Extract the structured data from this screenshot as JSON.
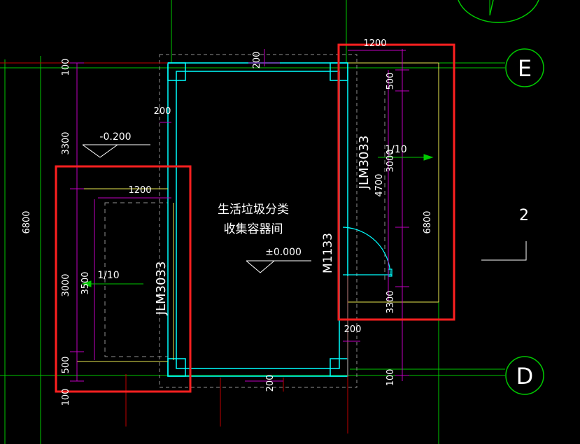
{
  "colors": {
    "background": "#000000",
    "grid": "#00c800",
    "wall": "#00ffff",
    "dimension": "#c000c0",
    "text": "#ffffff",
    "highlight_box": "#ff2020",
    "yellow": "#e8e850",
    "dashed": "#909090",
    "red_line": "#c00000"
  },
  "room": {
    "name_line1": "生活垃圾分类",
    "name_line2": "收集容器间",
    "elevation": "±0.000"
  },
  "left_area": {
    "elevation": "-0.200",
    "slope": "1/10",
    "drain_label": "JLM3033"
  },
  "right_area": {
    "slope": "1/10",
    "drain_label": "JLM3033"
  },
  "door_label": "M1133",
  "axes": {
    "e": "E",
    "d": "D",
    "two": "2"
  },
  "dimensions": {
    "top_wall": "200",
    "bottom_wall": "200",
    "left_wall": "200",
    "right_wall": "200",
    "left_width": "1200",
    "right_width": "1200",
    "left_total": "6800",
    "right_total": "6800",
    "left_top": "100",
    "left_upper": "3300",
    "left_mid": "3000",
    "left_mid2": "3500",
    "left_low": "500",
    "left_bottom": "100",
    "right_top": "500",
    "right_upper": "3000",
    "right_mid": "4700",
    "right_low": "3300",
    "right_bottom": "100"
  }
}
